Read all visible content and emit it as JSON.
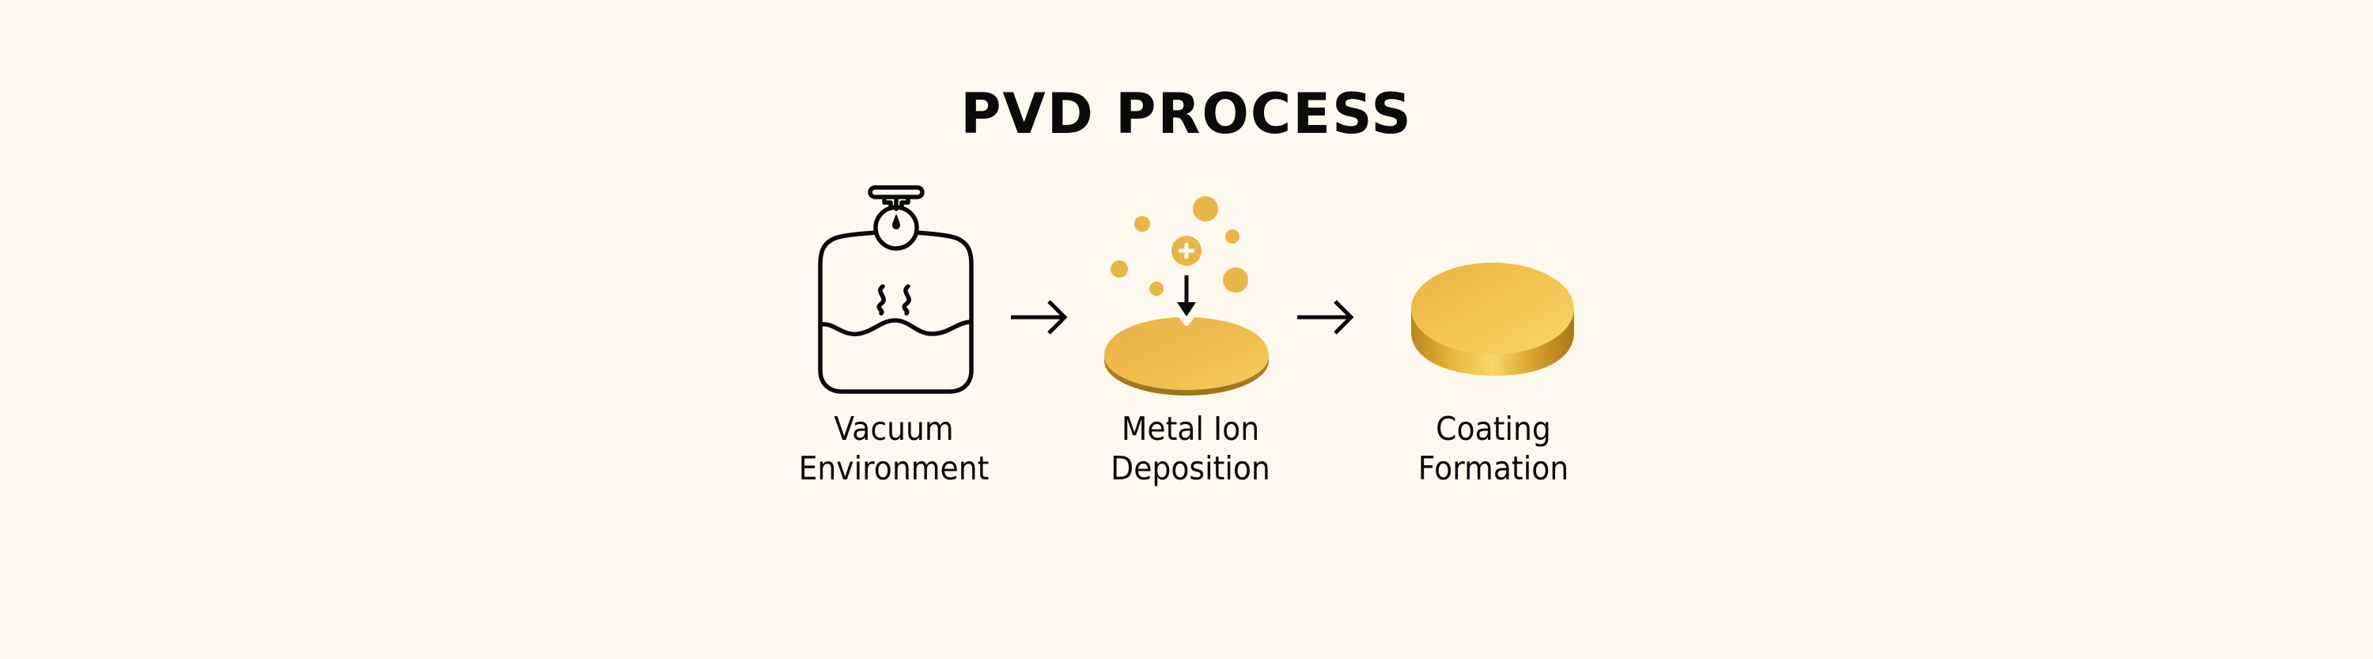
{
  "title": "PVD PROCESS",
  "colors": {
    "background": "#fdf9ee",
    "gold": "#e8b548",
    "gold_light": "#f5cc5a",
    "gold_dark": "#b8861e",
    "ink": "#0a0a0a"
  },
  "steps": [
    {
      "icon": "vacuum-chamber-icon",
      "line1": "Vacuum",
      "line2": "Environment"
    },
    {
      "icon": "metal-ion-deposition-icon",
      "line1": "Metal Ion",
      "line2": "Deposition"
    },
    {
      "icon": "coated-disc-icon",
      "line1": "Coating",
      "line2": "Formation"
    }
  ],
  "connectors": [
    "arrow-right-icon",
    "arrow-right-icon"
  ]
}
